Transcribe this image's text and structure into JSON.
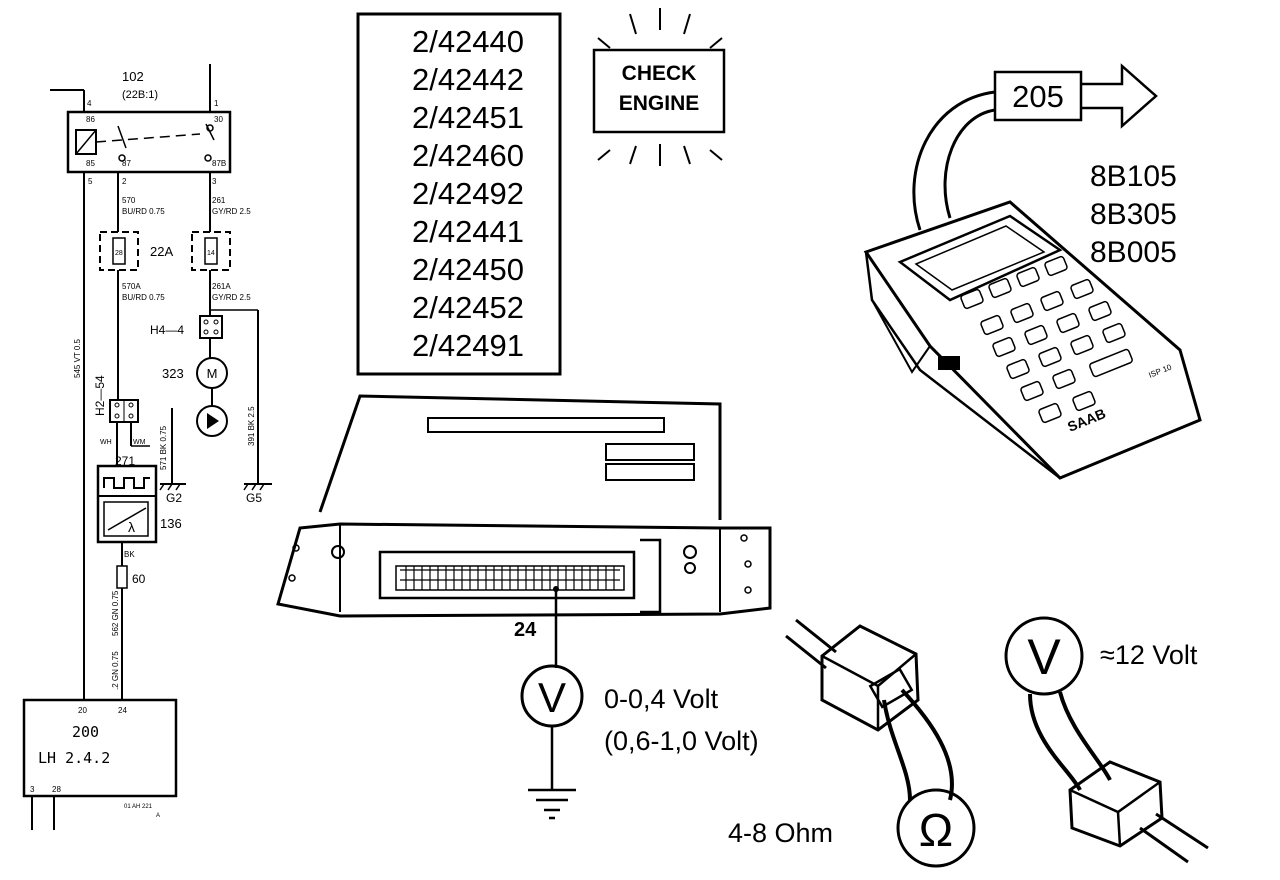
{
  "wiring": {
    "relay_number": "102",
    "relay_location": "(22B:1)",
    "relay_pin_top_left": "4",
    "relay_pin_top_right": "1",
    "relay_pin_86": "86",
    "relay_pin_30": "30",
    "relay_pin_85": "85",
    "relay_pin_87": "87",
    "relay_pin_87b": "87B",
    "relay_pin_bottom_5": "5",
    "relay_pin_bottom_2": "2",
    "relay_pin_bottom_3": "3",
    "wire_570": "570",
    "wire_570_color": "BU/RD 0.75",
    "wire_261": "261",
    "wire_261_color": "GY/RD 2.5",
    "fuse_28": "28",
    "fuse_14": "14",
    "fuse_box": "22A",
    "wire_570a": "570A",
    "wire_570a_color": "BU/RD 0.75",
    "wire_261a": "261A",
    "wire_261a_color": "GY/RD 2.5",
    "connector_h44": "H4—4",
    "pump_number": "323",
    "motor_label": "M",
    "wire_545": "545 VT 0.5",
    "connector_h254": "H2—54",
    "wh_label": "WH",
    "wm_label": "WM",
    "wire_571": "571 BK 0.75",
    "wire_391": "391 BK 2.5",
    "heater_number": "271",
    "ground_g2": "G2",
    "ground_g5": "G5",
    "sensor_number": "136",
    "lambda_symbol": "λ",
    "bk_label": "BK",
    "connector_60": "60",
    "wire_562": "562 GN 0.75",
    "ecu_pin_20": "20",
    "ecu_pin_24": "24",
    "ecu_number": "200",
    "ecu_name": "LH  2.4.2",
    "ecu_pin_3": "3",
    "ecu_pin_28": "28",
    "figure_ref": "01 AH 221",
    "figure_ref_sub": "A"
  },
  "codes": [
    "2/42440",
    "2/42442",
    "2/42451",
    "2/42460",
    "2/42492",
    "2/42441",
    "2/42450",
    "2/42452",
    "2/42491"
  ],
  "check_engine": {
    "line1": "CHECK",
    "line2": "ENGINE"
  },
  "tester": {
    "output_code": "205",
    "models": [
      "8B105",
      "8B305",
      "8B005"
    ],
    "brand": "SAAB",
    "model_tag": "ISP 10"
  },
  "ecu_test": {
    "pin": "24",
    "meter_symbol": "V",
    "reading1": "0-0,4  Volt",
    "reading2": "(0,6-1,0  Volt)"
  },
  "ohm_test": {
    "symbol": "Ω",
    "reading": "4-8 Ohm"
  },
  "volt_test": {
    "symbol": "V",
    "reading": "≈12  Volt"
  }
}
